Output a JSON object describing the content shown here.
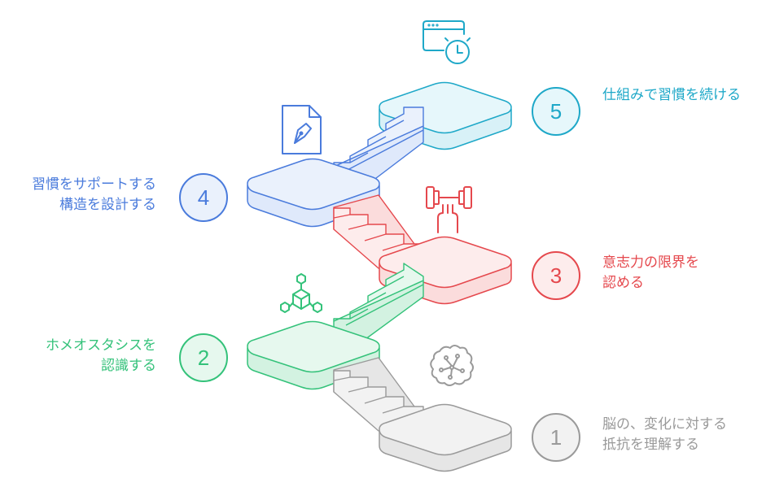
{
  "steps": [
    {
      "number": "1",
      "line1": "脳の、変化に対する",
      "line2": "抵抗を理解する",
      "color": "#9a9a9a",
      "fill": "#f2f2f2",
      "icon": "brain-icon"
    },
    {
      "number": "2",
      "line1": "ホメオスタシスを",
      "line2": "認識する",
      "color": "#34c27a",
      "fill": "#e6f8ee",
      "icon": "cubes-network-icon"
    },
    {
      "number": "3",
      "line1": "意志力の限界を",
      "line2": "認める",
      "color": "#e5484d",
      "fill": "#fdecec",
      "icon": "dumbbell-icon"
    },
    {
      "number": "4",
      "line1": "習慣をサポートする",
      "line2": "構造を設計する",
      "color": "#4a7bdc",
      "fill": "#eaf1fc",
      "icon": "pen-document-icon"
    },
    {
      "number": "5",
      "line1": "仕組みで習慣を続ける",
      "line2": "",
      "color": "#1ea8c8",
      "fill": "#e6f7fb",
      "icon": "browser-clock-icon"
    }
  ]
}
